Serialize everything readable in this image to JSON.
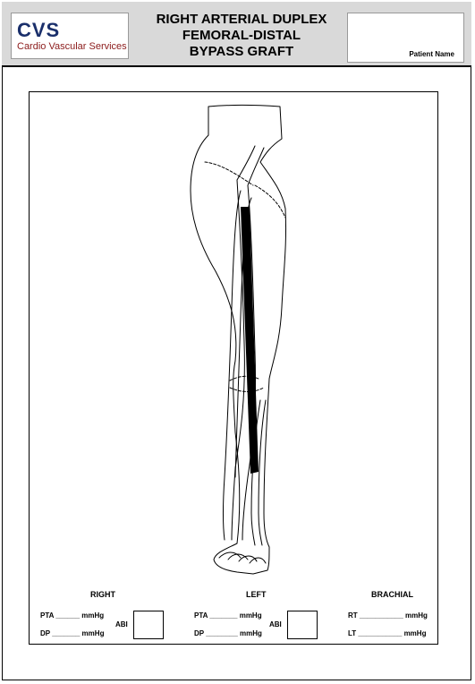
{
  "logo": {
    "letters": "CVS",
    "subtitle": "Cardio Vascular Services",
    "brand_color": "#1a2f6b",
    "accent_color": "#8b1a1a"
  },
  "title": {
    "line1": "RIGHT ARTERIAL DUPLEX",
    "line2": "FEMORAL-DISTAL",
    "line3": "BYPASS GRAFT"
  },
  "patient": {
    "label": "Patient Name"
  },
  "sections": {
    "right": {
      "heading": "RIGHT",
      "pta": "PTA ______ mmHg",
      "dp": "DP _______ mmHg",
      "abi": "ABI"
    },
    "left": {
      "heading": "LEFT",
      "pta": "PTA _______ mmHg",
      "dp": "DP ________ mmHg",
      "abi": "ABI"
    },
    "brachial": {
      "heading": "BRACHIAL",
      "rt": "RT ___________ mmHg",
      "lt": "LT ___________ mmHg"
    }
  }
}
